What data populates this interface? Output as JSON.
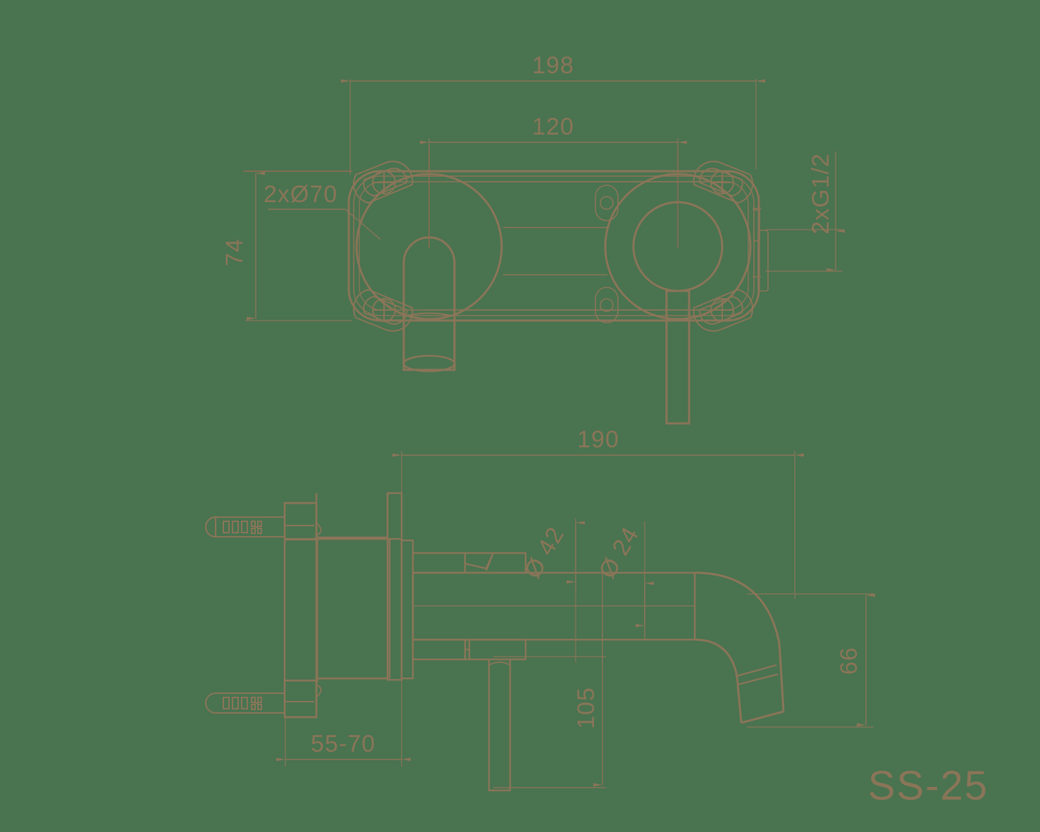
{
  "drawing": {
    "title": "SS-25",
    "part_code": "SS-25",
    "background_color": "#4a7350",
    "line_color": "#8a7558",
    "centerline_color": "#9a6b55",
    "views": [
      "front-view",
      "side-section-view"
    ]
  },
  "dimensions": {
    "overall_width": "198",
    "center_distance": "120",
    "bracket_height": "74",
    "mounting_holes": "2xØ70",
    "thread_spec": "2xG1/2",
    "spout_reach": "190",
    "escutcheon_diameter": "Ø 42",
    "spout_diameter": "Ø 24",
    "wall_thickness_range": "55-70",
    "spout_height": "105",
    "outlet_height": "66"
  },
  "labels": {
    "d198": "198",
    "d120": "120",
    "d74": "74",
    "d2x70": "2xØ70",
    "dG12": "2xG1/2",
    "d190": "190",
    "d42": "Ø 42",
    "d24": "Ø 24",
    "d5570": "55-70",
    "d105": "105",
    "d66": "66",
    "part": "SS-25"
  }
}
